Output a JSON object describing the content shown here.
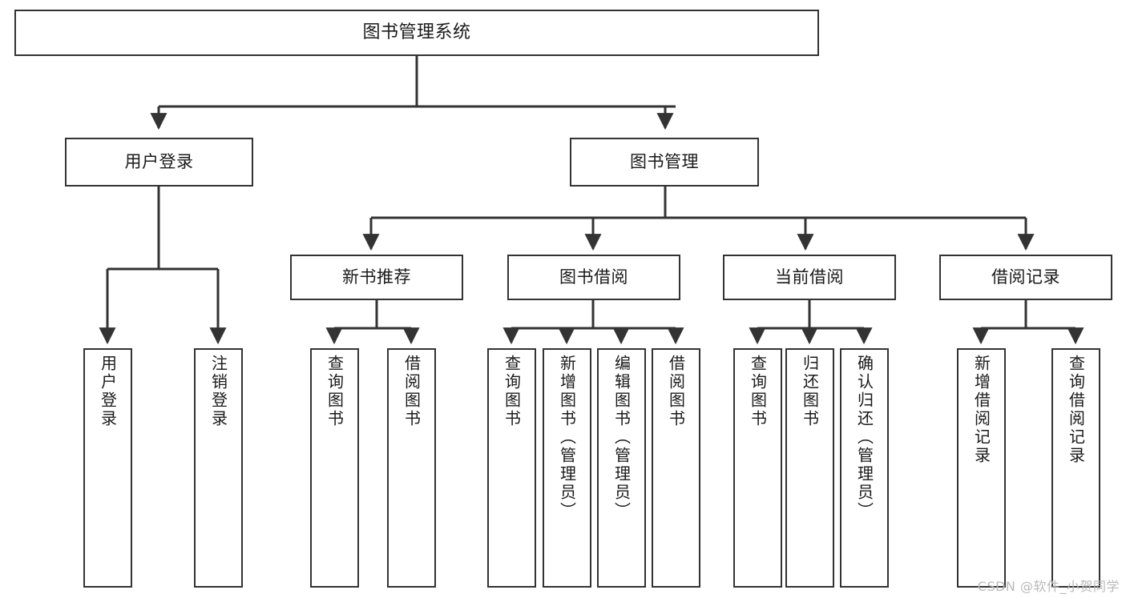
{
  "diagram": {
    "title": "图书管理系统",
    "root": {
      "label": "图书管理系统"
    },
    "level2": [
      {
        "label": "用户登录"
      },
      {
        "label": "图书管理"
      }
    ],
    "level3": [
      {
        "label": "新书推荐"
      },
      {
        "label": "图书借阅"
      },
      {
        "label": "当前借阅"
      },
      {
        "label": "借阅记录"
      }
    ],
    "leaves": [
      {
        "label": "用户登录"
      },
      {
        "label": "注销登录"
      },
      {
        "label": "查询图书"
      },
      {
        "label": "借阅图书"
      },
      {
        "label": "查询图书"
      },
      {
        "label": "新增图书（管理员）"
      },
      {
        "label": "编辑图书（管理员）"
      },
      {
        "label": "借阅图书"
      },
      {
        "label": "查询图书"
      },
      {
        "label": "归还图书"
      },
      {
        "label": "确认归还（管理员）"
      },
      {
        "label": "新增借阅记录"
      },
      {
        "label": "查询借阅记录"
      }
    ],
    "watermark": "CSDN @软件_小贺同学",
    "colors": {
      "stroke": "#333333",
      "fill": "#ffffff",
      "text": "#1a1a1a",
      "watermark": "#b9b9b9"
    }
  }
}
